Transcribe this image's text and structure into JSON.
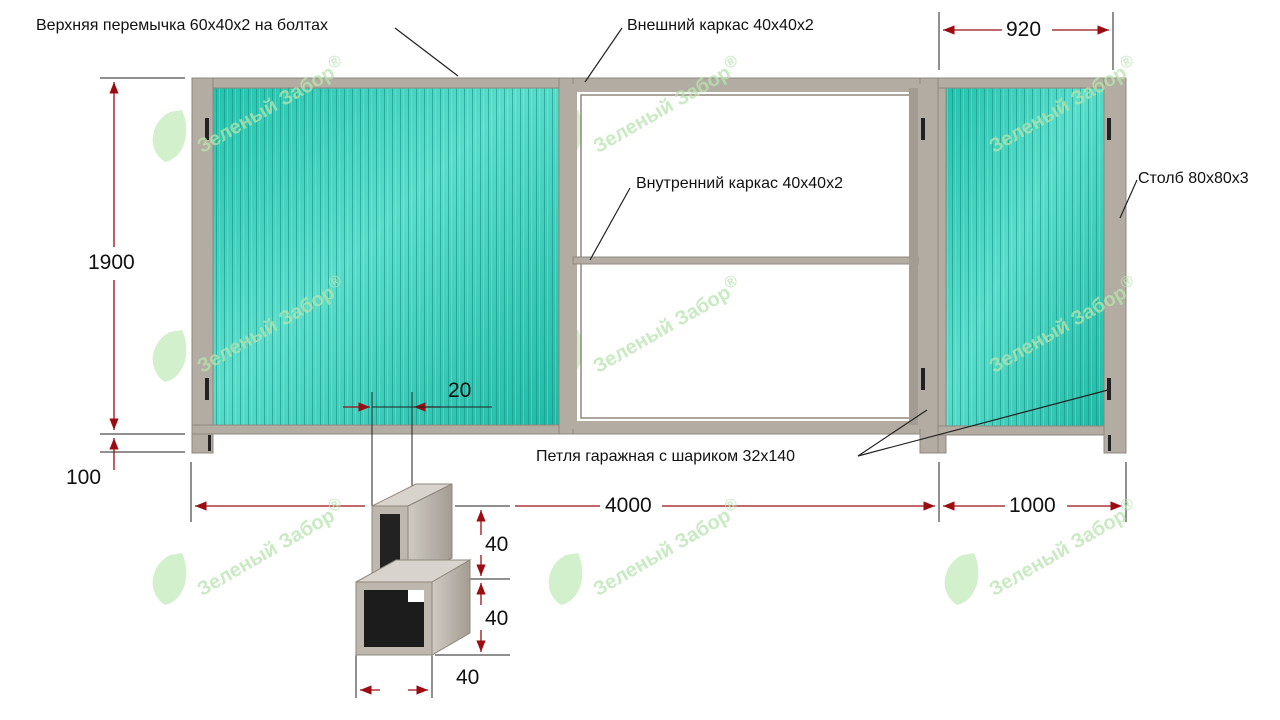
{
  "labels": {
    "top_lintel": "Верхняя перемычка 60х40х2 на болтах",
    "outer_frame": "Внешний каркас 40х40х2",
    "inner_frame": "Внутренний каркас 40х40х2",
    "post": "Столб 80х80х3",
    "hinge": "Петля гаражная с шариком 32х140"
  },
  "dimensions": {
    "gate_height": "1900",
    "ground_gap": "100",
    "gate_width": "4000",
    "wicket_width": "1000",
    "wicket_inner_width": "920",
    "profile_gap": "20",
    "profile_top_height": "40",
    "profile_bottom_height": "40",
    "profile_bottom_width": "40"
  },
  "watermark": {
    "text": "Зеленый Забор",
    "registered": "®"
  },
  "colors": {
    "frame": "#b3aca2",
    "frame_dark": "#8f877d",
    "polycarbonate": "#2cc9b5",
    "polycarbonate_light": "#58dcc9",
    "dimension_arrow": "#9b0d12",
    "watermark": "#b7e4ae"
  }
}
